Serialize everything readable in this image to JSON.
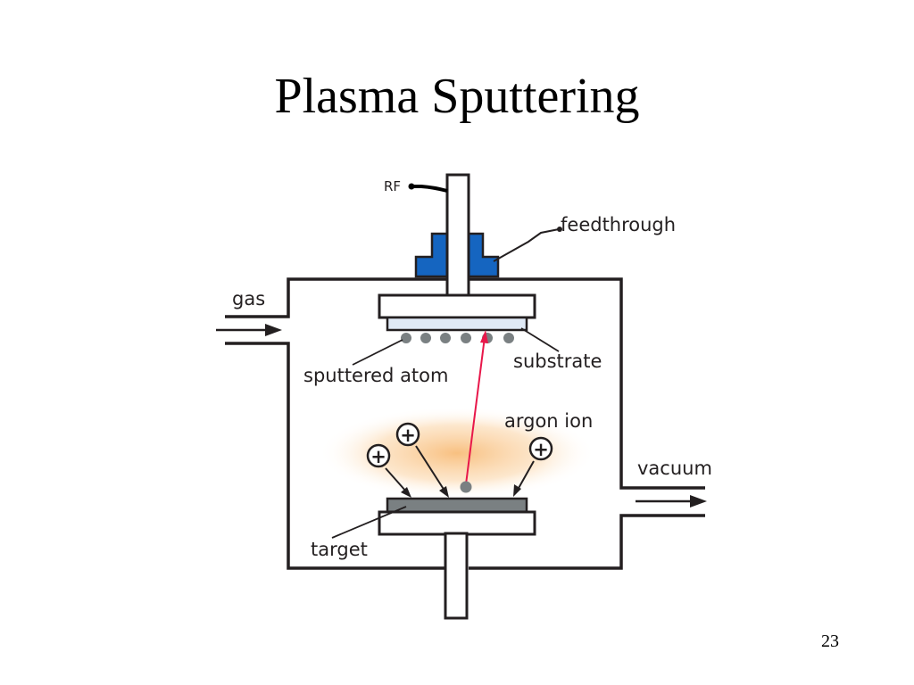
{
  "slide": {
    "title": "Plasma Sputtering",
    "page_number": "23"
  },
  "diagram": {
    "labels": {
      "rf": "RF",
      "feedthrough": "feedthrough",
      "gas": "gas",
      "substrate": "substrate",
      "sputtered_atom": "sputtered atom",
      "argon_ion": "argon ion",
      "vacuum": "vacuum",
      "target": "target"
    },
    "ion_symbol": "+",
    "colors": {
      "line": "#231f20",
      "feedthrough": "#1565c0",
      "substrate": "#dfe9f5",
      "target": "#7a8082",
      "atom": "#7a8082",
      "ion_path": "#e8174a",
      "plasma_glow": "#f7b56a"
    }
  }
}
